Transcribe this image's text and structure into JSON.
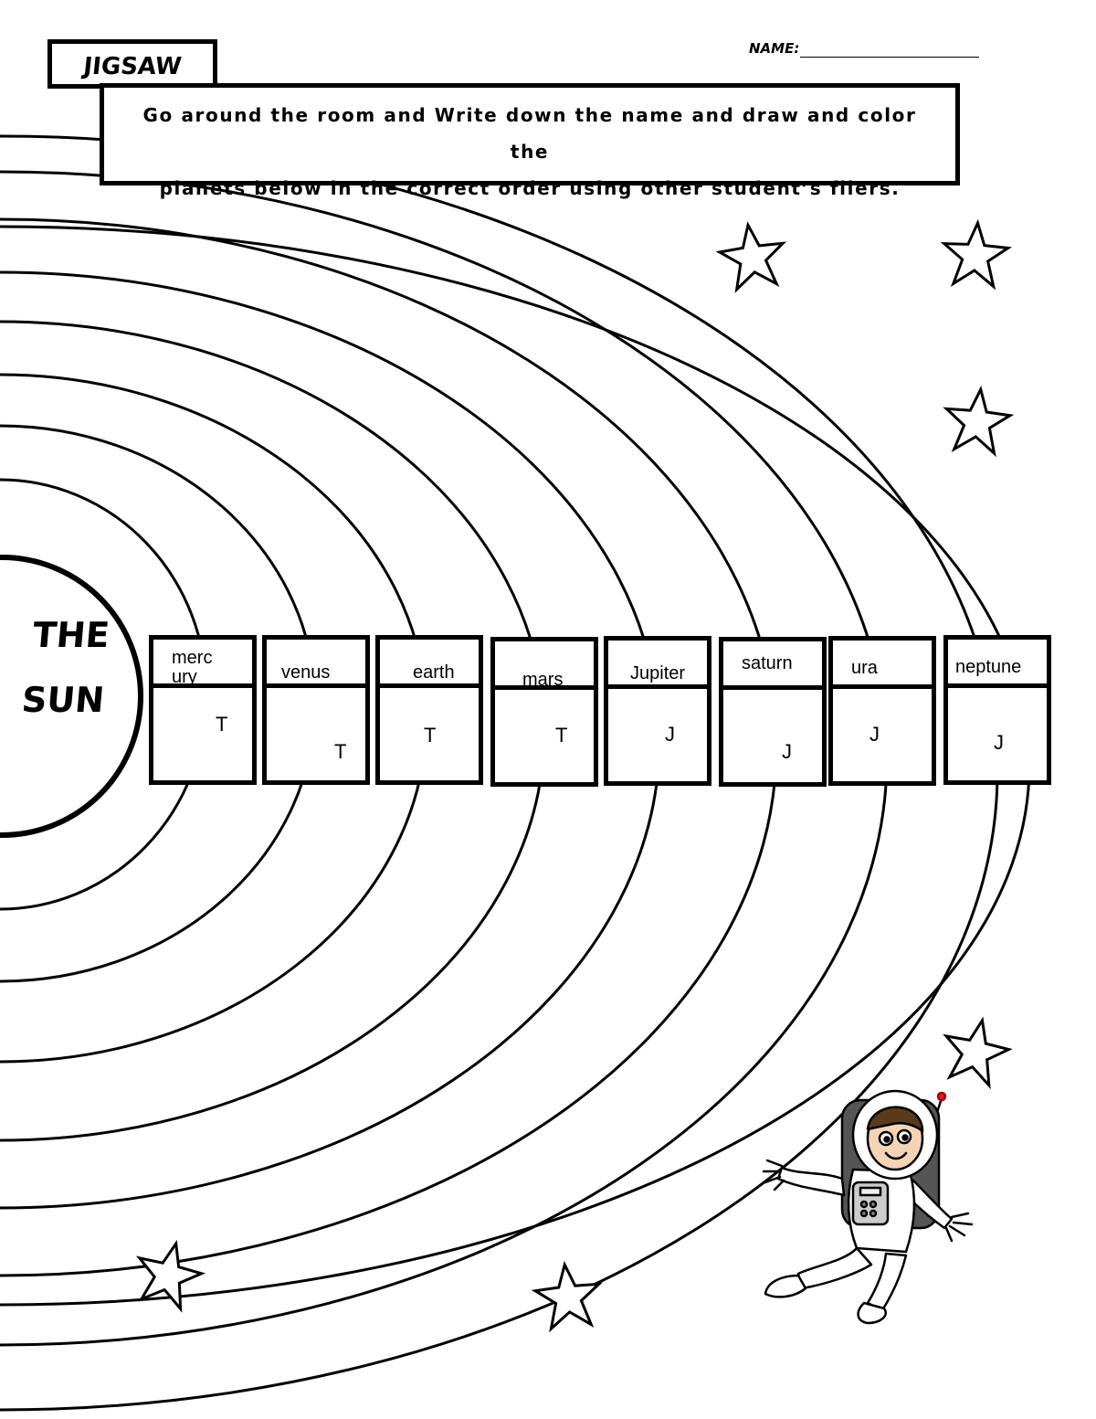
{
  "header": {
    "jigsaw_label": "JIGSAW",
    "name_label": "NAME:"
  },
  "instructions": {
    "line1": "Go around the room and Write down the name and draw and color the",
    "line2": "planets below in the correct order using other student’s fliers."
  },
  "sun": {
    "line1": "THE",
    "line2": "SUN"
  },
  "planets": [
    {
      "name": "merc ury",
      "letter": "T"
    },
    {
      "name": "venus",
      "letter": "T"
    },
    {
      "name": "earth",
      "letter": "T"
    },
    {
      "name": "mars",
      "letter": "T"
    },
    {
      "name": "Jupiter",
      "letter": "J"
    },
    {
      "name": "saturn",
      "letter": "J"
    },
    {
      "name": "ura",
      "letter": "J"
    },
    {
      "name": "neptune",
      "letter": "J"
    }
  ],
  "decorations": {
    "stars": "star-outline-icon",
    "figure": "astronaut-illustration"
  }
}
